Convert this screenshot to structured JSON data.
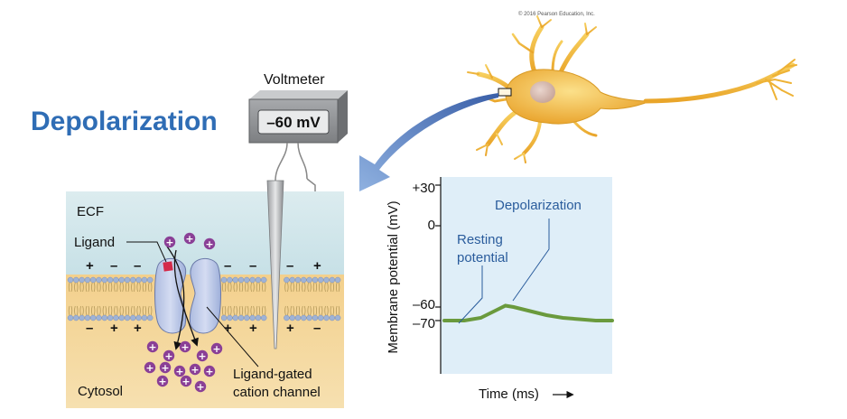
{
  "title": "Depolarization",
  "copyright": "© 2016 Pearson Education, Inc.",
  "voltmeter": {
    "label": "Voltmeter",
    "reading": "–60 mV"
  },
  "membrane": {
    "ecf_label": "ECF",
    "cytosol_label": "Cytosol",
    "ligand_label": "Ligand",
    "channel_label_line1": "Ligand-gated",
    "channel_label_line2": "cation channel",
    "ion_symbol": "+",
    "charges_top": [
      "+",
      "–",
      "–",
      "–",
      "–",
      "–",
      "+"
    ],
    "charges_bottom": [
      "–",
      "+",
      "+",
      "+",
      "+",
      "+",
      "–"
    ]
  },
  "colors": {
    "title": "#2f6db5",
    "ecf": "#d3e8ec",
    "cytosol": "#f3d594",
    "ion": "#8a3f96",
    "trace": "#6a9a3d",
    "graph_bg": "#dfeef8",
    "arrow": "#5b7fc2",
    "neuron": "#f2b638"
  },
  "chart_data": {
    "type": "line",
    "ylabel": "Membrane potential (mV)",
    "xlabel": "Time (ms)",
    "ytick_labels": [
      "+30",
      "0",
      "–60",
      "–70"
    ],
    "yticks": [
      30,
      0,
      -60,
      -70
    ],
    "ylim": [
      -100,
      40
    ],
    "series": [
      {
        "x": [
          0,
          0.1,
          0.2,
          0.3,
          0.35,
          0.4,
          0.5,
          0.6,
          0.7,
          0.8,
          0.9,
          1.0
        ],
        "y": [
          -70,
          -70,
          -68,
          -62,
          -59,
          -60,
          -63,
          -66,
          -68,
          -69,
          -70,
          -70
        ]
      }
    ],
    "annotations": [
      {
        "line1": "Resting",
        "line2": "potential"
      },
      {
        "line1": "Depolarization"
      }
    ]
  }
}
